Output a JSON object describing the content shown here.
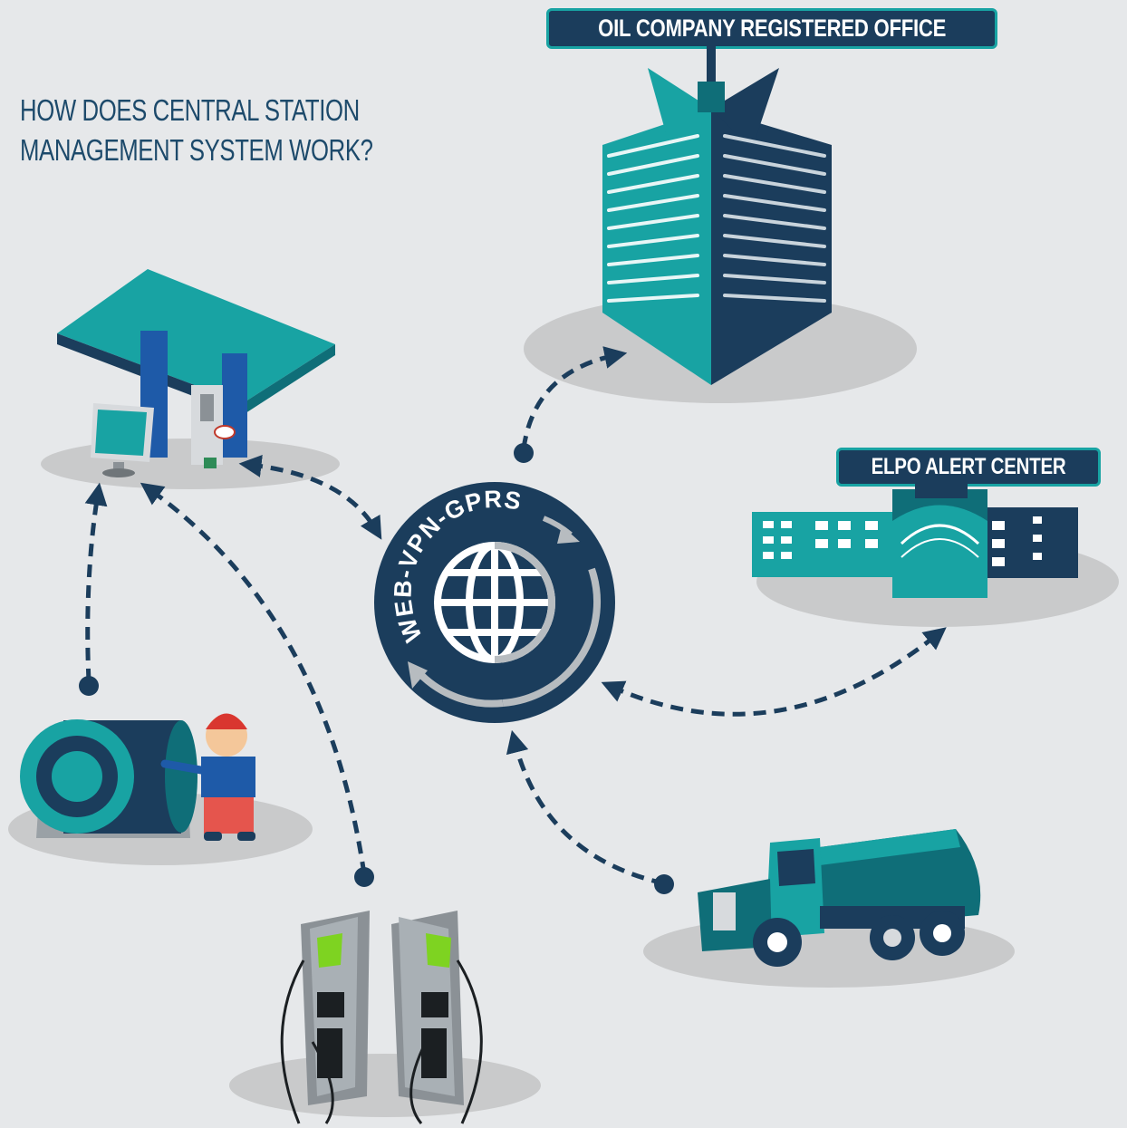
{
  "title": {
    "line1": "HOW DOES CENTRAL STATION",
    "line2": "MANAGEMENT SYSTEM WORK?"
  },
  "hub": {
    "label": "WEB-VPN-GPRS"
  },
  "nodes": {
    "office": {
      "label": "OIL COMPANY REGISTERED OFFICE"
    },
    "alert_center": {
      "label": "ELPO ALERT CENTER"
    }
  },
  "colors": {
    "background": "#e6e8ea",
    "navy": "#1b3d5c",
    "teal": "#18a3a3",
    "dark_teal": "#0f6e78",
    "shadow": "#c9cacb",
    "arrow": "#1b3d5c"
  }
}
